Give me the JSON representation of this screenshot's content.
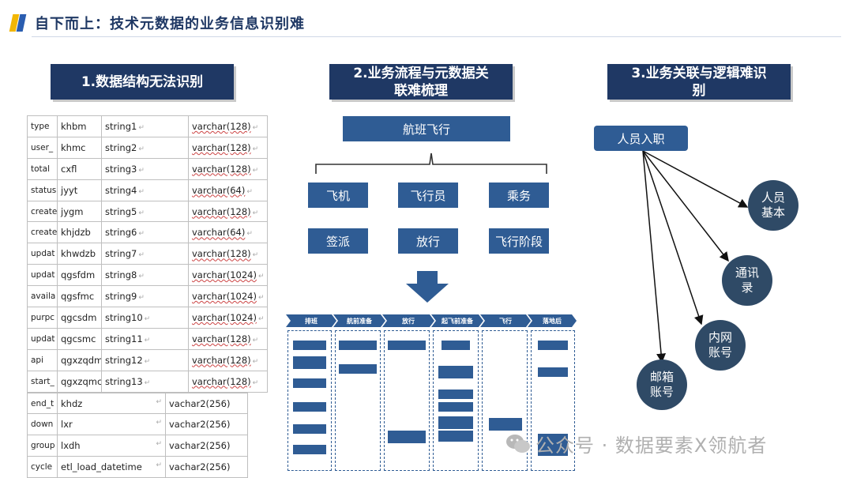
{
  "header": {
    "title": "自下而上：技术元数据的业务信息识别难"
  },
  "sections": {
    "s1": "1.数据结构无法识别",
    "s2": "2.业务流程与元数据关联难梳理",
    "s3": "3.业务关联与逻辑难识别"
  },
  "table": {
    "rows_a": [
      [
        "type",
        "khbm",
        "string1",
        "varchar(128)"
      ],
      [
        "user_",
        "khmc",
        "string2",
        "varchar(128)"
      ],
      [
        "total",
        "cxfl",
        "string3",
        "varchar(128)"
      ],
      [
        "status",
        "jyyt",
        "string4",
        "varchar(64)"
      ],
      [
        "create",
        "jygm",
        "string5",
        "varchar(128)"
      ],
      [
        "create",
        "khjdzb",
        "string6",
        "varchar(64)"
      ],
      [
        "updat",
        "khwdzb",
        "string7",
        "varchar(128)"
      ],
      [
        "updat",
        "qgsfdm",
        "string8",
        "varchar(1024)"
      ],
      [
        "availa",
        "qgsfmc",
        "string9",
        "varchar(1024)"
      ],
      [
        "purpc",
        "qgcsdm",
        "string10",
        "varchar(1024)"
      ],
      [
        "updat",
        "qgcsmc",
        "string11",
        "varchar(128)"
      ],
      [
        "api",
        "qgxzqdm",
        "string12",
        "varchar(128)"
      ],
      [
        "start_",
        "qgxzqmc",
        "string13",
        "varchar(128)"
      ]
    ],
    "rows_b": [
      [
        "end_t",
        "khdz",
        "vachar2(256)"
      ],
      [
        "down",
        "lxr",
        "vachar2(256)"
      ],
      [
        "group",
        "lxdh",
        "vachar2(256)"
      ],
      [
        "cycle",
        "etl_load_datetime",
        "vachar2(256)"
      ]
    ]
  },
  "s2": {
    "root": "航班飞行",
    "nodes": [
      "飞机",
      "飞行员",
      "乘务",
      "签派",
      "放行",
      "飞行阶段"
    ],
    "flow_stages": [
      "排班",
      "航前准备",
      "放行",
      "起飞前准备",
      "飞行",
      "落地后"
    ]
  },
  "s3": {
    "root": "人员入职",
    "targets": [
      {
        "line1": "人员",
        "line2": "基本"
      },
      {
        "line1": "通讯",
        "line2": "录"
      },
      {
        "line1": "内网",
        "line2": "账号"
      },
      {
        "line1": "邮箱",
        "line2": "账号"
      }
    ]
  },
  "watermark": "公众号 · 数据要素X领航者",
  "colors": {
    "dark_navy": "#1f3864",
    "node_blue": "#2f5c94",
    "circle": "#2f4a66"
  }
}
